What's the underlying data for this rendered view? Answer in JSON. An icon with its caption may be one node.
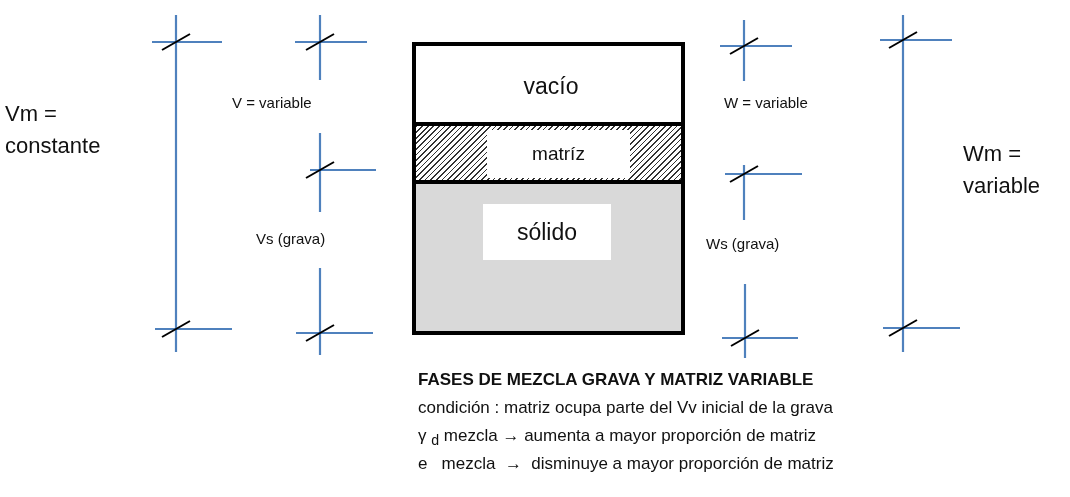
{
  "diagram": {
    "title": "FASES DE MEZCLA GRAVA Y MATRIZ VARIABLE",
    "nodes": [
      {
        "text": [],
        "shape": "box"
      },
      {
        "text": [
          "vacío"
        ],
        "in": 0
      },
      {
        "text": [
          "matríz"
        ],
        "in": 0
      },
      {
        "text": [
          "sólido"
        ],
        "in": 0
      }
    ],
    "labels": [
      "Vm = constante",
      "V = variable",
      "Vs (grava)",
      "W = variable",
      "Ws (grava)",
      "Wm = variable",
      "condición : matriz ocupa parte del Vv inicial de la grava",
      "γ $_{d}$ mezcla → aumenta a mayor proporción de matriz",
      "e   mezcla  →  disminuye a mayor proporción de matriz"
    ]
  }
}
